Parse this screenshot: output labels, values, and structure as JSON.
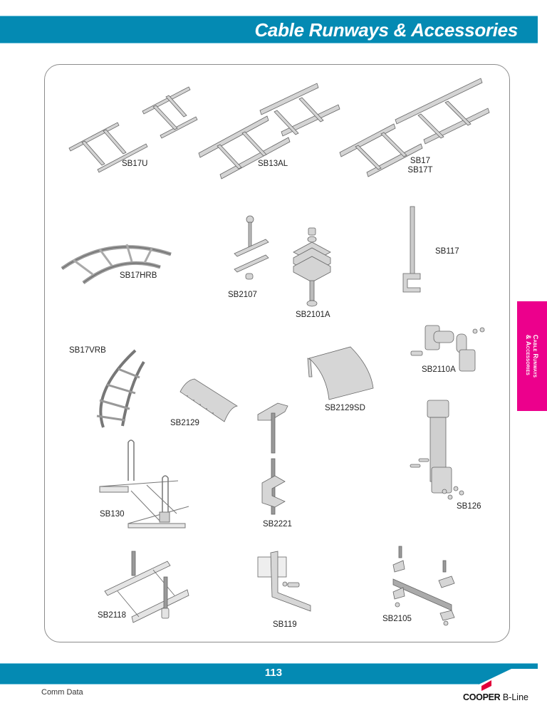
{
  "header": {
    "title": "Cable Runways & Accessories",
    "bar_color": "#048ab3"
  },
  "side_tab": {
    "line1": "Cable Runways",
    "line2": "& Accessories",
    "color": "#ec008c"
  },
  "products": [
    {
      "id": "SB17U",
      "label": "SB17U"
    },
    {
      "id": "SB13AL",
      "label": "SB13AL"
    },
    {
      "id": "SB17",
      "label": "SB17",
      "label2": "SB17T"
    },
    {
      "id": "SB17HRB",
      "label": "SB17HRB"
    },
    {
      "id": "SB2107",
      "label": "SB2107"
    },
    {
      "id": "SB2101A",
      "label": "SB2101A"
    },
    {
      "id": "SB117",
      "label": "SB117"
    },
    {
      "id": "SB17VRB",
      "label": "SB17VRB"
    },
    {
      "id": "SB2110A",
      "label": "SB2110A"
    },
    {
      "id": "SB2129SD",
      "label": "SB2129SD"
    },
    {
      "id": "SB2129",
      "label": "SB2129"
    },
    {
      "id": "SB130",
      "label": "SB130"
    },
    {
      "id": "SB2221",
      "label": "SB2221"
    },
    {
      "id": "SB126",
      "label": "SB126"
    },
    {
      "id": "SB2118",
      "label": "SB2118"
    },
    {
      "id": "SB119",
      "label": "SB119"
    },
    {
      "id": "SB2105",
      "label": "SB2105"
    }
  ],
  "footer": {
    "page_number": "113",
    "section": "Comm Data",
    "logo_bold": "COOPER",
    "logo_light": " B-Line",
    "logo_mark_color": "#e2003a"
  }
}
